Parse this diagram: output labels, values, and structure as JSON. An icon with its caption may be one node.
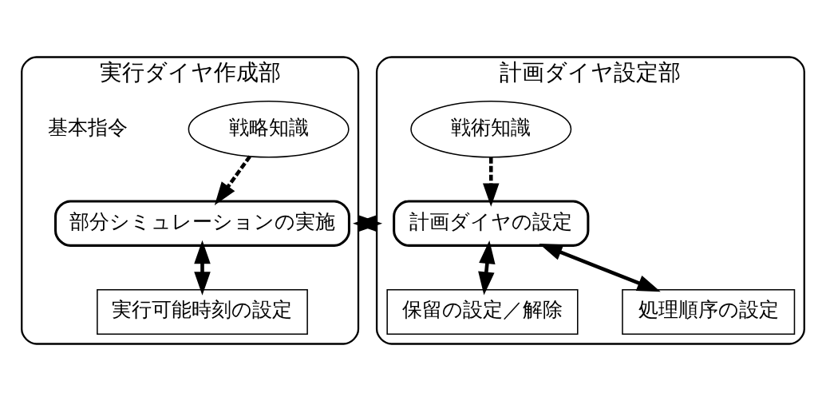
{
  "diagram": {
    "nodes": [
      {
        "text": [
          "実行ダイヤ作成部"
        ]
      },
      {
        "text": [
          "戦略知識"
        ],
        "in": 0
      },
      {
        "text": [
          "部分シミュレーションの実施"
        ],
        "in": 0
      },
      {
        "text": [
          "実行可能時刻の設定"
        ],
        "in": 0
      },
      {
        "text": [
          "計画ダイヤ設定部"
        ]
      },
      {
        "text": [
          "戦術知識"
        ],
        "in": 4
      },
      {
        "text": [
          "計画ダイヤの設定"
        ],
        "in": 4
      },
      {
        "text": [
          "保留の設定／解除"
        ],
        "in": 4
      },
      {
        "text": [
          "処理順序の設定"
        ],
        "in": 4
      }
    ],
    "edges": [
      {
        "from": 1,
        "to": 2,
        "arrow": "to",
        "style": "dashed"
      },
      {
        "from": 2,
        "to": 3,
        "arrow": "both"
      },
      {
        "from": 5,
        "to": 6,
        "arrow": "to",
        "style": "dashed"
      },
      {
        "from": 6,
        "to": 7,
        "arrow": "both"
      },
      {
        "from": 6,
        "to": 8,
        "arrow": "both"
      },
      {
        "from": 0,
        "to": 4,
        "arrow": "to"
      },
      {
        "from": 4,
        "to": 0,
        "arrow": "to"
      }
    ],
    "labels": [
      "基本指令"
    ]
  }
}
